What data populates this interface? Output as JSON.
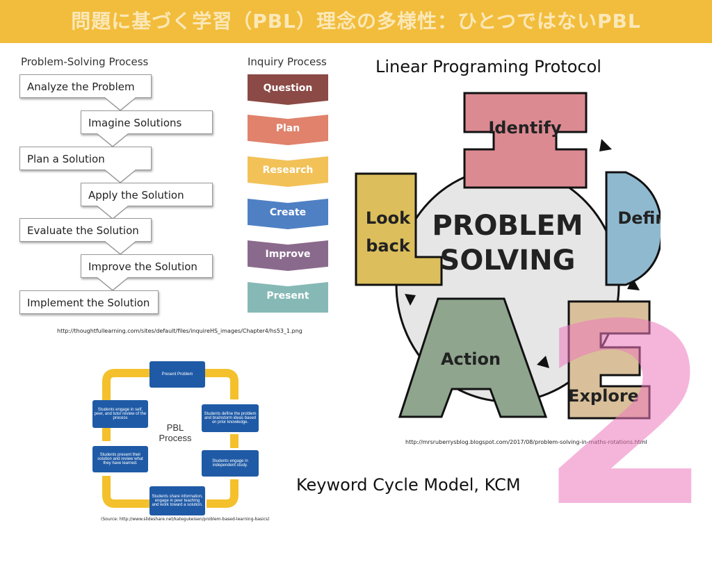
{
  "title": "問題に基づく学習（PBL）理念の多様性：ひとつではないPBL",
  "problem_solving": {
    "heading": "Problem-Solving Process",
    "steps": [
      "Analyze the Problem",
      "Imagine Solutions",
      "Plan a Solution",
      "Apply the Solution",
      "Evaluate the Solution",
      "Improve the Solution",
      "Implement the Solution"
    ]
  },
  "inquiry": {
    "heading": "Inquiry Process",
    "steps": [
      {
        "label": "Question",
        "color": "#8b4a46"
      },
      {
        "label": "Plan",
        "color": "#e0826c"
      },
      {
        "label": "Research",
        "color": "#f2c158"
      },
      {
        "label": "Create",
        "color": "#4f80c4"
      },
      {
        "label": "Improve",
        "color": "#8a6a8c"
      },
      {
        "label": "Present",
        "color": "#86b9b6"
      }
    ]
  },
  "source_thought": "http://thoughtfullearning.com/sites/default/files/inquireHS_images/Chapter4/hs53_1.png",
  "lpp": {
    "title": "Linear Programing Protocol",
    "center_line1": "PROBLEM",
    "center_line2": "SOLVING",
    "nodes": [
      {
        "label": "Identify",
        "color": "#dc8a92"
      },
      {
        "label": "Define",
        "color": "#8fb9cf"
      },
      {
        "label": "Explore",
        "color": "#d9c09a"
      },
      {
        "label": "Action",
        "color": "#8fa58e"
      },
      {
        "label": "Look",
        "color": "#dcbf5c"
      },
      {
        "label": "back",
        "color": "#dcbf5c"
      }
    ],
    "source": "http://mrsruberrysblog.blogspot.com/2017/08/problem-solving-in-maths-rotations.html"
  },
  "pbl": {
    "center_line1": "PBL",
    "center_line2": "Process",
    "boxes": [
      "Present Problem",
      "Students define the problem and brainstorm ideas based on prior knowledge.",
      "Students engage in independent study.",
      "Students share information, engage in peer teaching and work toward a solution.",
      "Students present their solution and review what they have learned.",
      "Students engage in self, peer, and tutor review of the process"
    ],
    "source": "(Source: http://www.slideshare.net/kategukeisen/problem-based-learning-basics)"
  },
  "kcm_label": "Keyword Cycle Model, KCM",
  "slide_number": "2"
}
